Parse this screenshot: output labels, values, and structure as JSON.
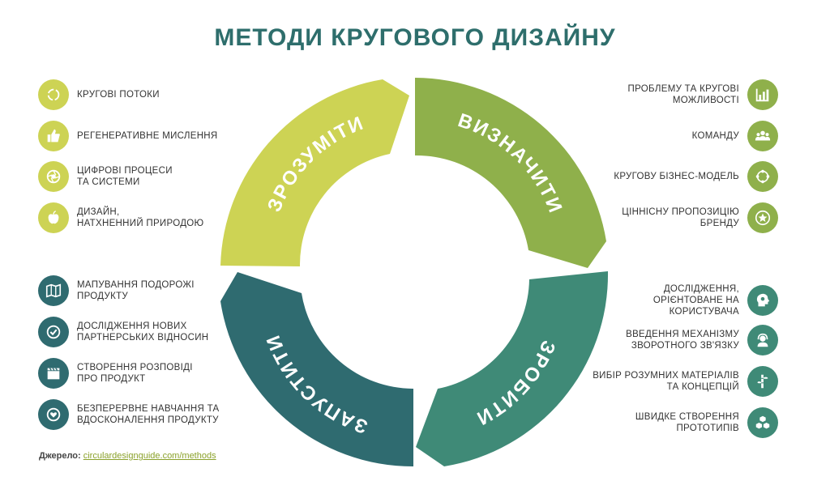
{
  "title": "МЕТОДИ КРУГОВОГО ДИЗАЙНУ",
  "segments": [
    {
      "label": "ЗРОЗУМІТИ",
      "color": "#cdd354"
    },
    {
      "label": "ВИЗНАЧИТИ",
      "color": "#8fb04b"
    },
    {
      "label": "ЗРОБИТИ",
      "color": "#3f8a77"
    },
    {
      "label": "ЗАПУСТИТИ",
      "color": "#2f6b70"
    }
  ],
  "understand_items": [
    {
      "label": "КРУГОВІ ПОТОКИ",
      "icon": "cycle-icon"
    },
    {
      "label": "РЕГЕНЕРАТИВНЕ МИСЛЕННЯ",
      "icon": "thumbs-up-icon"
    },
    {
      "label": "ЦИФРОВІ ПРОЦЕСИ\nТА СИСТЕМИ",
      "icon": "aperture-icon"
    },
    {
      "label": "ДИЗАЙН,\nНАТХНЕННИЙ ПРИРОДОЮ",
      "icon": "apple-icon"
    }
  ],
  "launch_items": [
    {
      "label": "МАПУВАННЯ ПОДОРОЖІ\nПРОДУКТУ",
      "icon": "map-icon"
    },
    {
      "label": "ДОСЛІДЖЕННЯ НОВИХ\nПАРТНЕРСЬКИХ ВІДНОСИН",
      "icon": "check-icon"
    },
    {
      "label": "СТВОРЕННЯ РОЗПОВІДІ\nПРО ПРОДУКТ",
      "icon": "clapperboard-icon"
    },
    {
      "label": "БЕЗПЕРЕРВНЕ НАВЧАННЯ ТА\nВДОСКОНАЛЕННЯ ПРОДУКТУ",
      "icon": "heart-icon"
    }
  ],
  "define_items": [
    {
      "label": "ПРОБЛЕМУ ТА КРУГОВІ\nМОЖЛИВОСТІ",
      "icon": "bar-chart-icon"
    },
    {
      "label": "КОМАНДУ",
      "icon": "team-icon"
    },
    {
      "label": "КРУГОВУ БІЗНЕС-МОДЕЛЬ",
      "icon": "cycle-dots-icon"
    },
    {
      "label": "ЦІННІСНУ ПРОПОЗИЦІЮ\nБРЕНДУ",
      "icon": "star-icon"
    }
  ],
  "make_items": [
    {
      "label": "ДОСЛІДЖЕННЯ,\nОРІЄНТОВАНЕ НА\nКОРИСТУВАЧА",
      "icon": "head-icon"
    },
    {
      "label": "ВВЕДЕННЯ МЕХАНІЗМУ\nЗВОРОТНОГО ЗВ'ЯЗКУ",
      "icon": "headset-icon"
    },
    {
      "label": "ВИБІР РОЗУМНИХ МАТЕРІАЛІВ\nТА КОНЦЕПЦІЙ",
      "icon": "bamboo-icon"
    },
    {
      "label": "ШВИДКЕ СТВОРЕННЯ\nПРОТОТИПІВ",
      "icon": "cubes-icon"
    }
  ],
  "source": {
    "prefix": "Джерело:",
    "link": "circulardesignguide.com/methods"
  }
}
